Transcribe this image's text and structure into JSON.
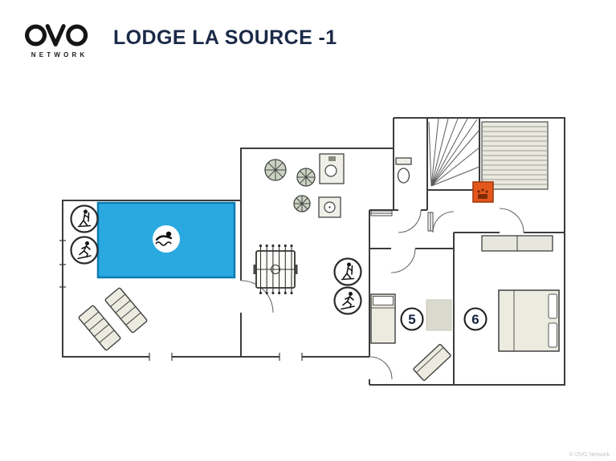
{
  "header": {
    "brand": {
      "name": "OVO",
      "subtitle": "NETWORK"
    },
    "title": "LODGE LA SOURCE -1"
  },
  "floor_plan": {
    "rooms": {
      "room5": {
        "label": "5"
      },
      "room6": {
        "label": "6"
      }
    },
    "features": [
      "swimming-pool",
      "fitness-area",
      "sun-loungers",
      "foosball-table",
      "plants",
      "washbasin",
      "toilet",
      "winder-staircase",
      "sauna-heater",
      "slatted-wardrobe",
      "bedroom-5",
      "bedroom-6"
    ]
  },
  "colors": {
    "title": "#1b2a47",
    "wall": "#3c3c3c",
    "pool_fill": "#2aa9e0",
    "pool_border": "#0d7cb1",
    "furniture_fill": "#ecebe0",
    "rug_fill": "#dbdacf",
    "sauna_fill": "#e4571c",
    "plant_fill": "#ccd3c3"
  },
  "icons": {
    "swimmer-icon": "swimmer in pool",
    "elliptical-icon": "person on elliptical trainer",
    "treadmill-icon": "person running on treadmill",
    "plant-icon": "potted plant",
    "toilet-icon": "WC",
    "sauna-icon": "sauna heater with stones",
    "foosball-icon": "table football"
  },
  "footer": {
    "copyright": "© OVO Network"
  }
}
